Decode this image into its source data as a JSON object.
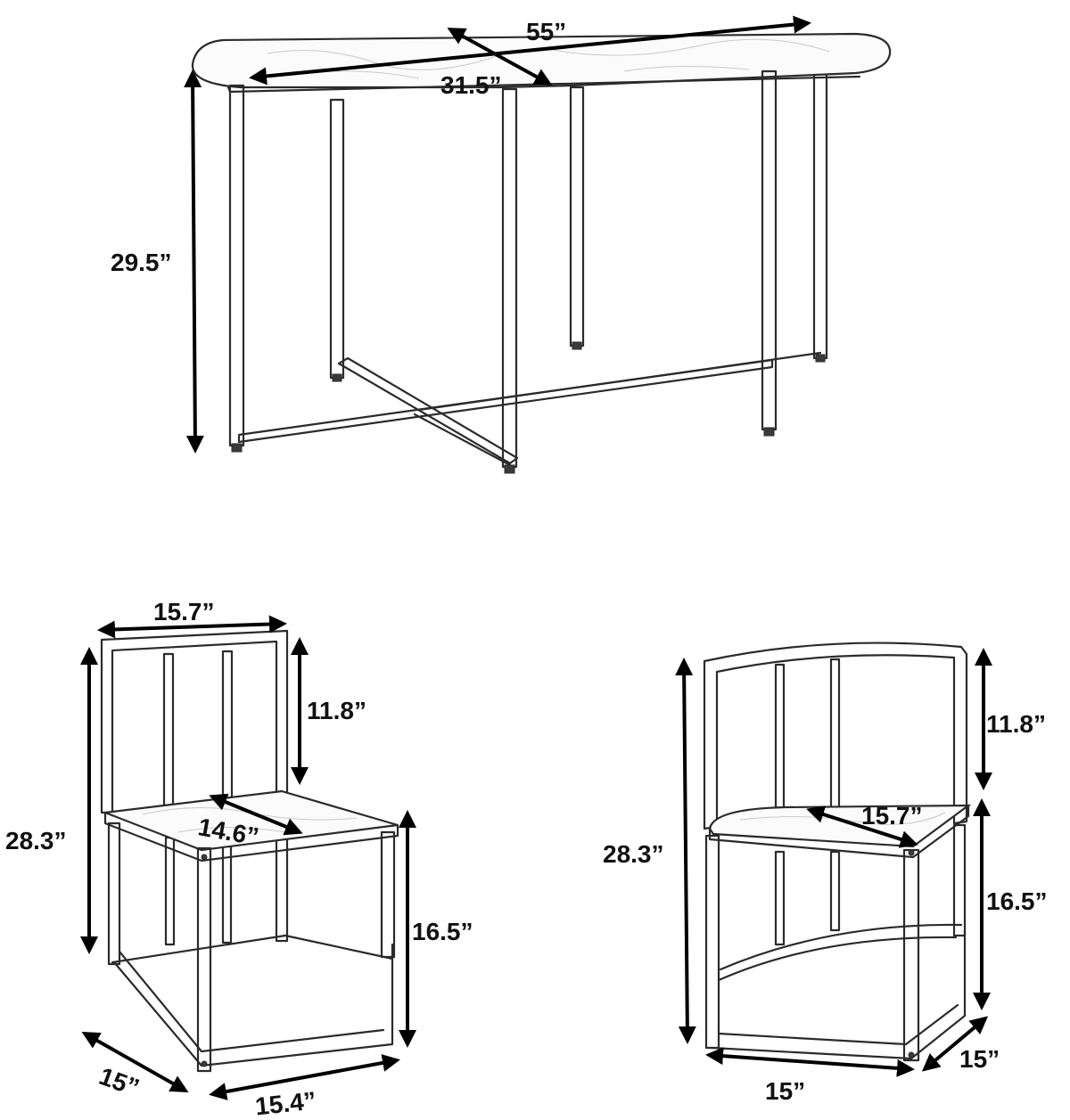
{
  "colors": {
    "line": "#2b2b2b",
    "dimension": "#000000",
    "background": "#ffffff"
  },
  "table": {
    "length": "55”",
    "width": "31.5”",
    "height": "29.5”"
  },
  "chair_left": {
    "back_width": "15.7”",
    "back_height": "11.8”",
    "seat_depth": "14.6”",
    "total_height": "28.3”",
    "seat_height": "16.5”",
    "base_depth": "15”",
    "base_width": "15.4”"
  },
  "chair_right": {
    "back_height": "11.8”",
    "seat_diagonal": "15.7”",
    "total_height": "28.3”",
    "seat_height": "16.5”",
    "base_width": "15”",
    "base_depth": "15”"
  }
}
